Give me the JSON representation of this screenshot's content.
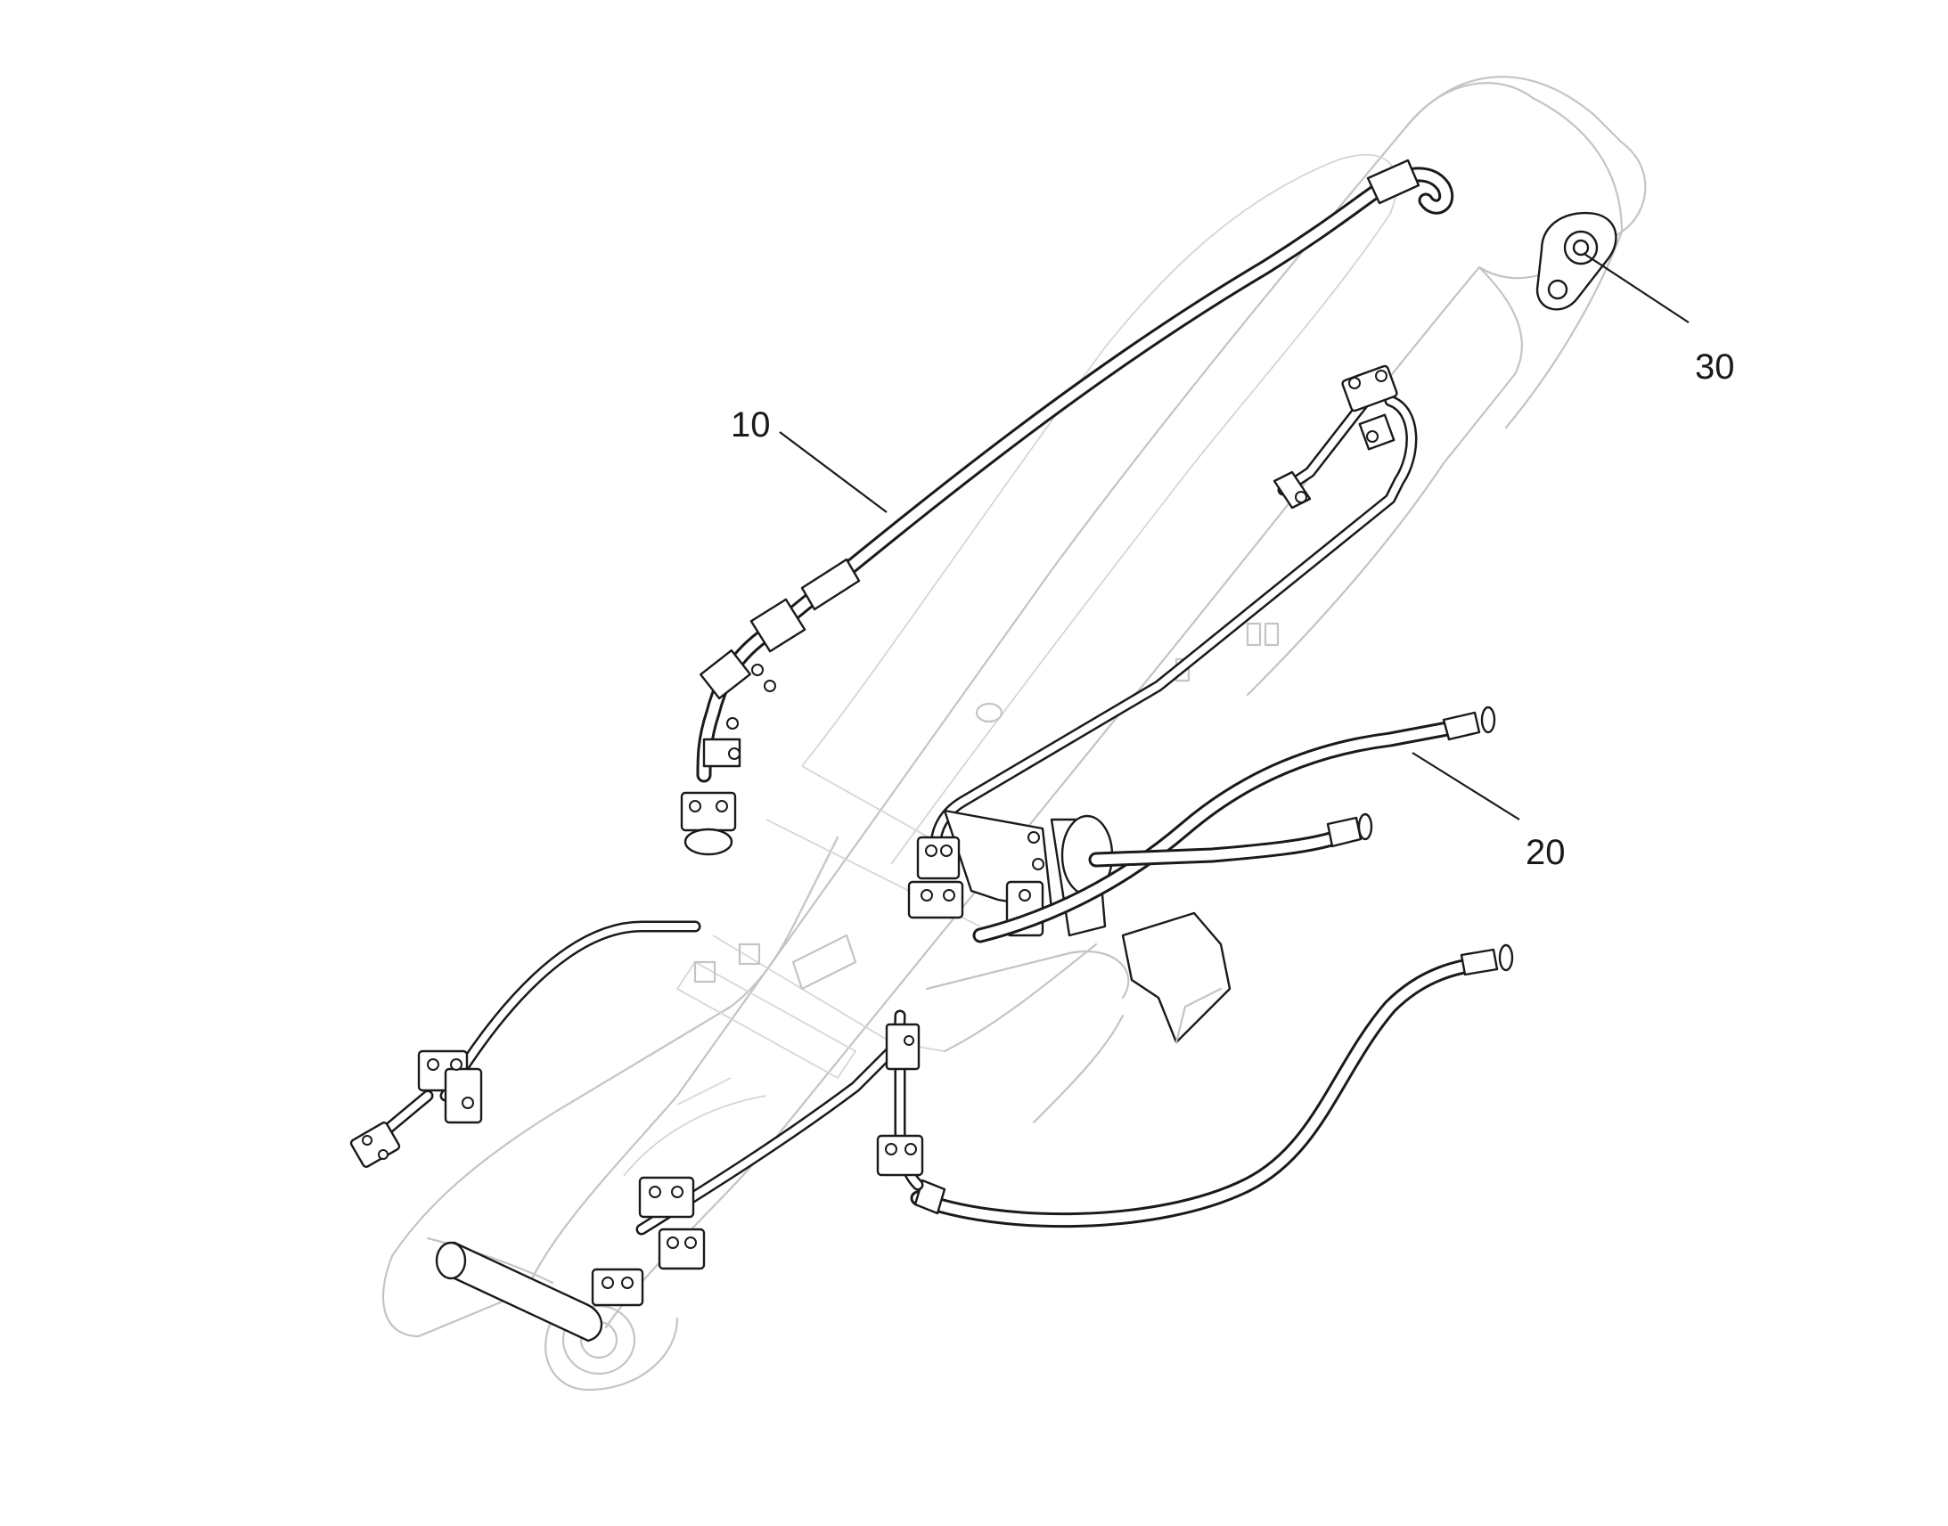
{
  "callouts": [
    {
      "id": "10",
      "label": "10"
    },
    {
      "id": "20",
      "label": "20"
    },
    {
      "id": "30",
      "label": "30"
    }
  ],
  "colors": {
    "line": "#1a1a1a",
    "ghost_outline": "#c4c4c4",
    "background": "#ffffff"
  }
}
